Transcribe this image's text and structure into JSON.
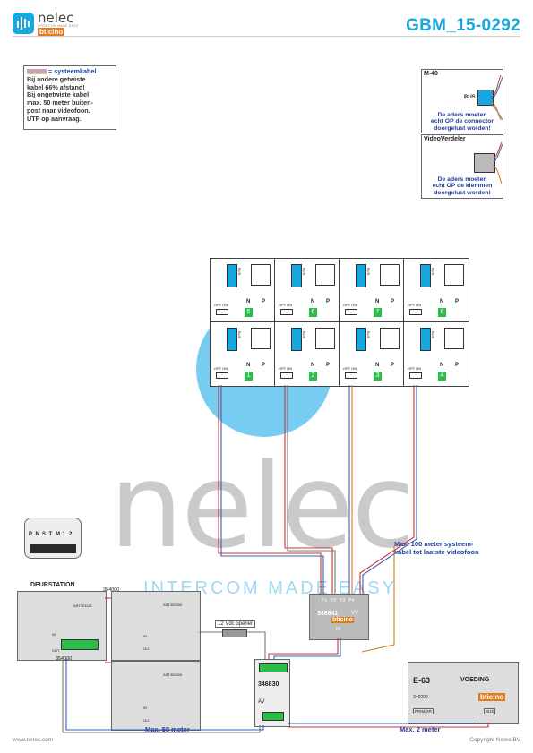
{
  "header": {
    "brand": "nelec",
    "brand_tagline": "INTERCOM MADE EASY",
    "brand_sub": "bticino",
    "doc_code": "GBM_15-0292"
  },
  "legend": {
    "title": "= systeemkabel",
    "lines": [
      "Bij andere getwiste",
      "kabel 66% afstand!",
      "Bij ongetwiste kabel",
      "max. 50 meter buiten-",
      "post naar videofoon.",
      "UTP op aanvraag."
    ]
  },
  "m40": {
    "title": "M-40",
    "bus_label": "BUS",
    "note": [
      "De aders moeten",
      "echt OP de connector",
      "doorgelust worden!"
    ]
  },
  "videoverdeler": {
    "title": "VideoVerdeler",
    "note": [
      "De aders moeten",
      "echt OP de klemmen",
      "doorgelust worden!"
    ]
  },
  "monitors": {
    "bus_label": "BUS",
    "off_on_label": "OFF ON",
    "n_label": "N",
    "p_label": "P",
    "numbers": [
      "5",
      "6",
      "7",
      "8",
      "1",
      "2",
      "3",
      "4"
    ]
  },
  "deurstation": {
    "title": "DEURSTATION",
    "terminals": [
      "P",
      "N",
      "S",
      "T",
      "M",
      "1",
      "2"
    ],
    "module_code": "354000",
    "module_code_bottom": "354000",
    "part_a": "ART351151",
    "part_b": "ART352000",
    "part_c": "ART352000",
    "in_label": "IN",
    "out_label": "OUT"
  },
  "opener": {
    "label": "12 Vdc opener"
  },
  "distributor": {
    "ports": [
      "P1",
      "P2",
      "P3",
      "P4"
    ],
    "code": "346841",
    "vv": "VV",
    "brand": "bticino",
    "in_label": "IN"
  },
  "relay": {
    "code": "346830",
    "av": "AV"
  },
  "power": {
    "code": "E-63",
    "name": "VOEDING",
    "brand": "bticino",
    "part": "346000",
    "primair": "PRIMAIR",
    "bus": "BUS"
  },
  "annotations": {
    "max100": [
      "Max. 100 meter systeem-",
      "kabel tot laatste videofoon"
    ],
    "max50": "Max. 50 meter",
    "max2": "Max. 2 meter"
  },
  "watermark": {
    "word": "nelec",
    "tagline": "INTERCOM MADE EASY"
  },
  "footer": {
    "left": "www.nelec.com",
    "right": "Copyright Nelec BV"
  },
  "colors": {
    "accent": "#1aa7e0",
    "note_blue": "#1c3e9a",
    "wire_red": "#cc3333",
    "wire_blue": "#3a5fb0",
    "wire_orange": "#d67a20",
    "wire_gray": "#777777"
  }
}
